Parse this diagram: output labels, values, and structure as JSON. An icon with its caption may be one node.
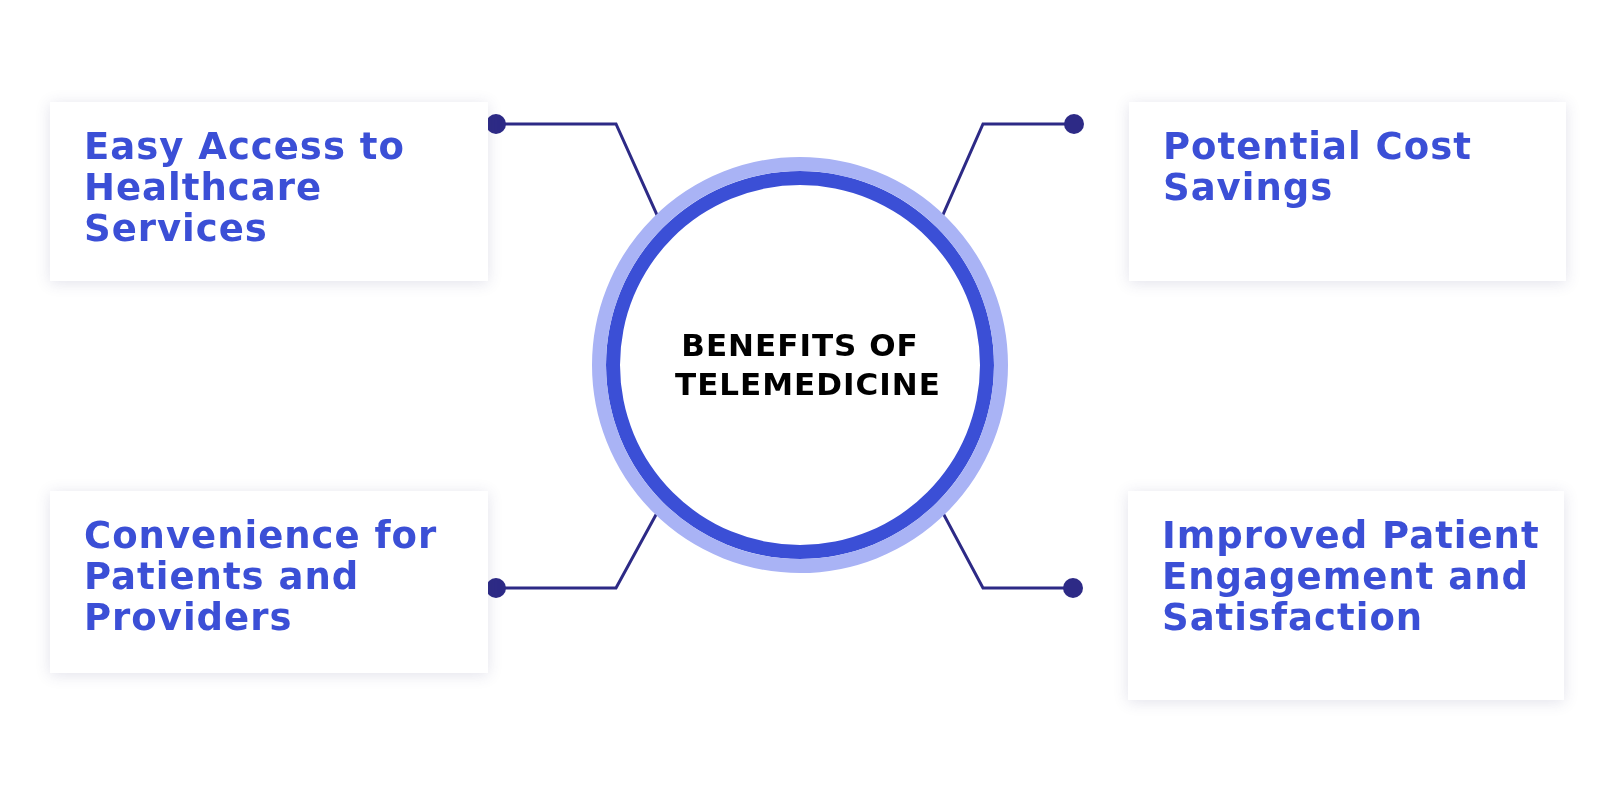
{
  "diagram": {
    "nodes": [
      {
        "text": [
          "BENEFITS OF TELEMEDICINE"
        ]
      },
      {
        "text": [
          "Easy Access to Healthcare Services"
        ]
      },
      {
        "text": [
          "Potential Cost Savings"
        ]
      },
      {
        "text": [
          "Convenience for Patients and Providers"
        ]
      },
      {
        "text": [
          "Improved Patient Engagement and Satisfaction"
        ]
      }
    ],
    "edges": [
      {
        "from": 0,
        "to": 1,
        "arrow": "other"
      },
      {
        "from": 0,
        "to": 2,
        "arrow": "other"
      },
      {
        "from": 0,
        "to": 3,
        "arrow": "other"
      },
      {
        "from": 0,
        "to": 4,
        "arrow": "other"
      }
    ]
  }
}
